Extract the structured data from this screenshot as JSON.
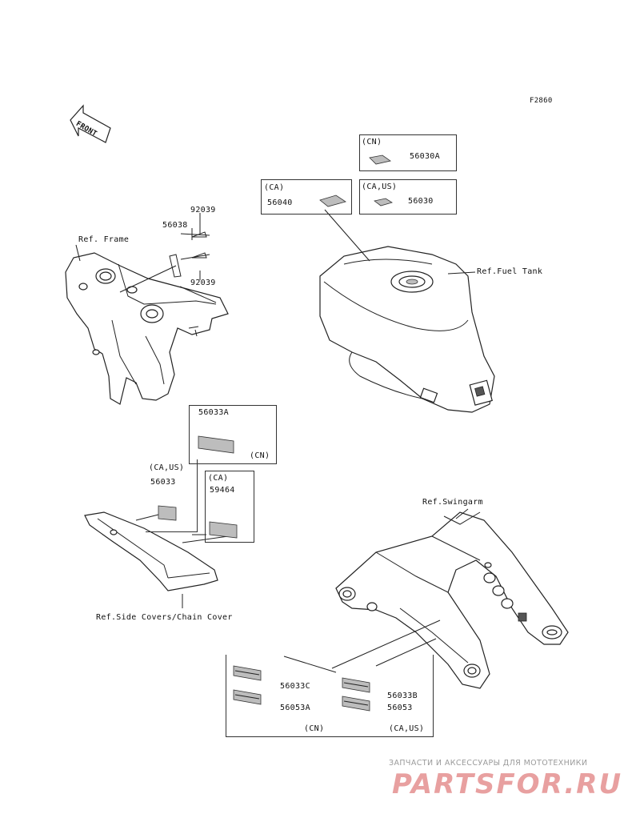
{
  "figure_code": "F2860",
  "front_arrow": "FRONT",
  "frame": {
    "ref_label": "Ref. Frame",
    "part_top": "92039",
    "part_mid": "56038",
    "part_bottom": "92039"
  },
  "fuel_tank": {
    "ref_label": "Ref.Fuel Tank",
    "box_ca_region": "(CA)",
    "box_ca_part": "56040",
    "box_cn_region": "(CN)",
    "box_cn_part": "56030A",
    "box_caus_region": "(CA,US)",
    "box_caus_part": "56030"
  },
  "side_covers": {
    "ref_label": "Ref.Side Covers/Chain Cover",
    "box_cn_part": "56033A",
    "box_cn_region": "(CN)",
    "caus_region": "(CA,US)",
    "caus_part": "56033",
    "ca_region": "(CA)",
    "ca_part": "59464"
  },
  "swingarm": {
    "ref_label": "Ref.Swingarm",
    "part_1": "56033C",
    "part_2": "56053A",
    "part_3": "56033B",
    "part_4": "56053",
    "region_cn": "(CN)",
    "region_caus": "(CA,US)"
  },
  "watermark": {
    "subtitle": "ЗАПЧАСТИ И АКСЕССУАРЫ ДЛЯ МОТОТЕХНИКИ",
    "logo": "PARTSFOR.RU"
  }
}
